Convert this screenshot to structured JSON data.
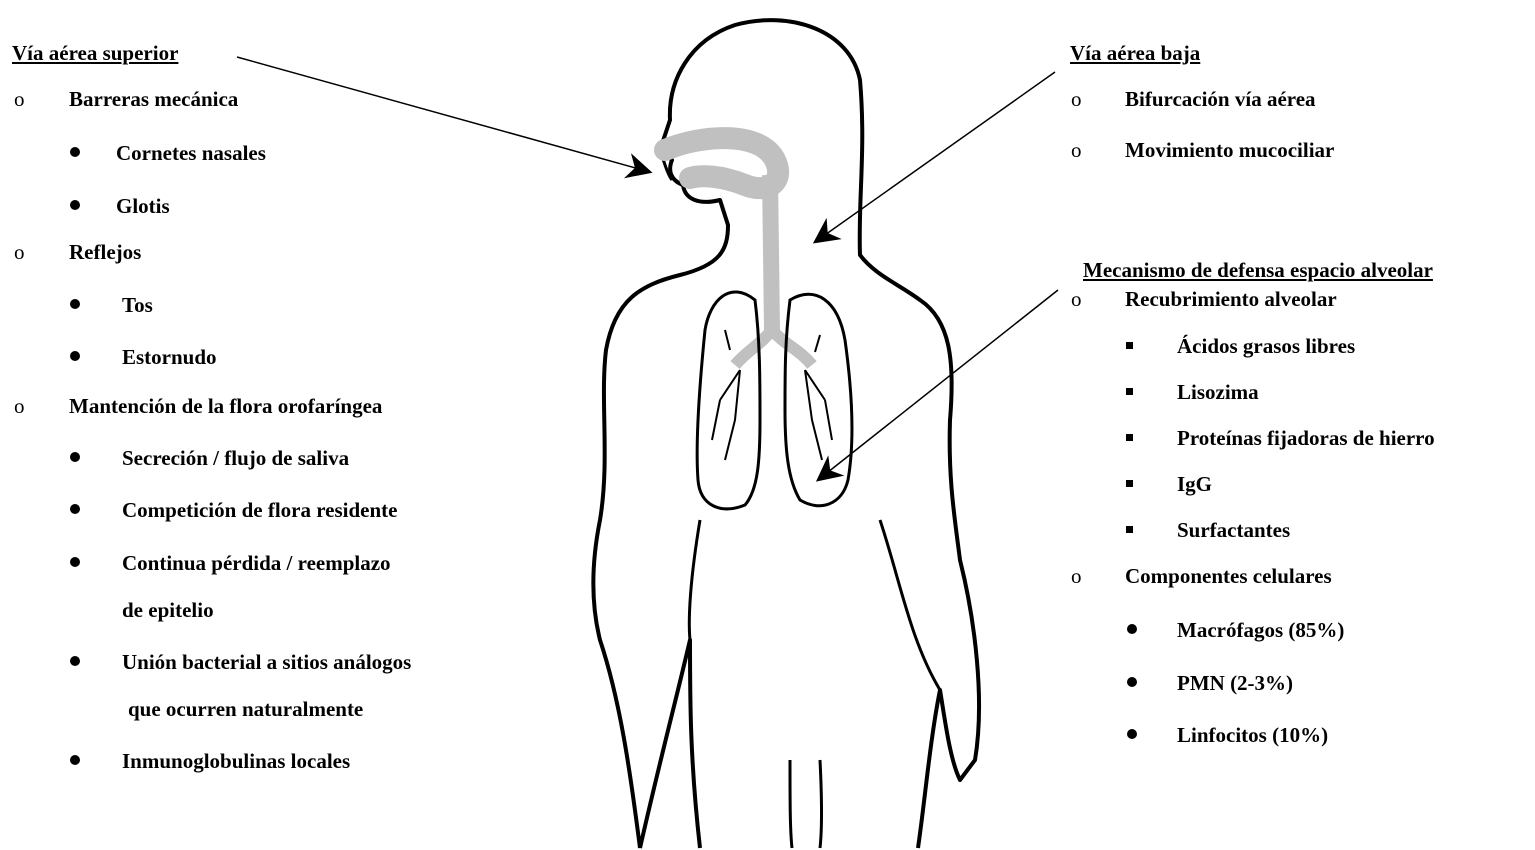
{
  "left": {
    "heading": "Vía aérea superior",
    "items": [
      {
        "text": "Barreras mecánica"
      },
      {
        "text": "Cornetes nasales"
      },
      {
        "text": "Glotis"
      },
      {
        "text": "Reflejos"
      },
      {
        "text": "Tos"
      },
      {
        "text": "Estornudo"
      },
      {
        "text": "Mantención de la flora orofaríngea"
      },
      {
        "text": "Secreción / flujo de saliva"
      },
      {
        "text": "Competición de flora residente"
      },
      {
        "text": "Continua pérdida / reemplazo"
      },
      {
        "text": "de epitelio"
      },
      {
        "text": "Unión bacterial a sitios análogos"
      },
      {
        "text": "que ocurren naturalmente"
      },
      {
        "text": "Inmunoglobulinas locales"
      }
    ]
  },
  "right_top": {
    "heading": "Vía aérea baja",
    "items": [
      {
        "text": "Bifurcación vía aérea"
      },
      {
        "text": "Movimiento mucociliar"
      }
    ]
  },
  "right_bottom": {
    "heading": "Mecanismo de defensa espacio alveolar",
    "items": [
      {
        "text": "Recubrimiento alveolar"
      },
      {
        "text": "Ácidos grasos libres"
      },
      {
        "text": "Lisozima"
      },
      {
        "text": "Proteínas fijadoras de hierro"
      },
      {
        "text": "IgG"
      },
      {
        "text": "Surfactantes"
      },
      {
        "text": "Componentes celulares"
      },
      {
        "text": "Macrófagos (85%)"
      },
      {
        "text": "PMN (2-3%)"
      },
      {
        "text": "Linfocitos (10%)"
      }
    ]
  },
  "markers": {
    "circle": "o"
  },
  "colors": {
    "airway": "#c0c0c0",
    "outline": "#000000"
  }
}
